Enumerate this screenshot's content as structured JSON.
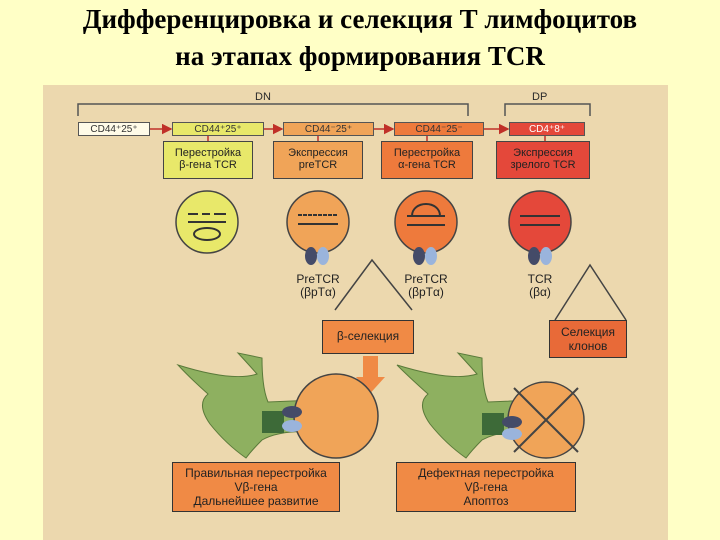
{
  "title": {
    "line1": "Дифференцировка и селекция Т лимфоцитов",
    "line2": "на этапах формирования TCR"
  },
  "stages": {
    "dn": "DN",
    "dp": "DP",
    "markers": [
      "CD44⁺25⁺",
      "CD44⁺25⁺",
      "CD44⁻25⁺",
      "CD44⁻25⁻",
      "CD4⁺8⁺"
    ]
  },
  "steps": [
    {
      "line1": "Перестройка",
      "line2": "β-гена TCR"
    },
    {
      "line1": "Экспрессия",
      "line2": "preTCR"
    },
    {
      "line1": "Перестройка",
      "line2": "α-гена TCR"
    },
    {
      "line1": "Экспрессия",
      "line2": "зрелого TCR"
    }
  ],
  "receptors": [
    {
      "name": "PreTCR",
      "chains": "(βpTα)"
    },
    {
      "name": "PreTCR",
      "chains": "(βpTα)"
    },
    {
      "name": "TCR",
      "chains": "(βα)"
    }
  ],
  "selection": {
    "beta": "β-селекция",
    "clonal_line1": "Селекция",
    "clonal_line2": "клонов"
  },
  "outcomes": {
    "success": {
      "line1": "Правильная перестройка",
      "line2": "Vβ-гена",
      "line3": "Дальнейшее развитие"
    },
    "failure": {
      "line1": "Дефектная перестройка",
      "line2": "Vβ-гена",
      "line3": "Апоптоз"
    }
  },
  "colors": {
    "background": "#ffffc6",
    "panel": "#ecd8ae",
    "yellow_cell": "#e8e86a",
    "orange_cell": "#f0a458",
    "orange_red_cell": "#ee7a3c",
    "red_cell": "#e4483a",
    "green_cell": "#8eb060",
    "outcome_box": "#f08a45",
    "stage_arrow": "#c03028"
  }
}
